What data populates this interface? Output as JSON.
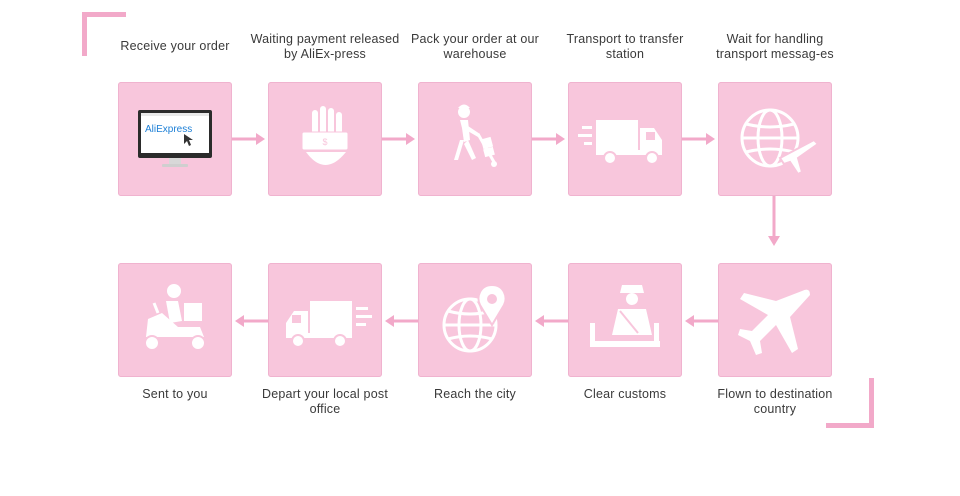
{
  "steps": [
    {
      "label": "Receive your order",
      "icon": "computer-aliexpress-icon",
      "screen_text": "AliExpress"
    },
    {
      "label": "Waiting payment released by AliEx-press",
      "icon": "hand-payment-icon"
    },
    {
      "label": "Pack your order at our warehouse",
      "icon": "worker-cart-icon"
    },
    {
      "label": "Transport to transfer station",
      "icon": "delivery-truck-icon"
    },
    {
      "label": "Wait for handling transport messag-es",
      "icon": "globe-plane-icon"
    },
    {
      "label": "Flown to destination country",
      "icon": "airplane-icon"
    },
    {
      "label": "Clear customs",
      "icon": "customs-officer-icon"
    },
    {
      "label": "Reach the city",
      "icon": "globe-location-icon"
    },
    {
      "label": "Depart your local post office",
      "icon": "delivery-truck-icon"
    },
    {
      "label": "Sent to you",
      "icon": "scooter-courier-icon"
    }
  ],
  "colors": {
    "tile": "#f8c6dc",
    "arrow": "#f2a9c9",
    "corner": "#f2a9c9",
    "icon": "#ffffff"
  }
}
